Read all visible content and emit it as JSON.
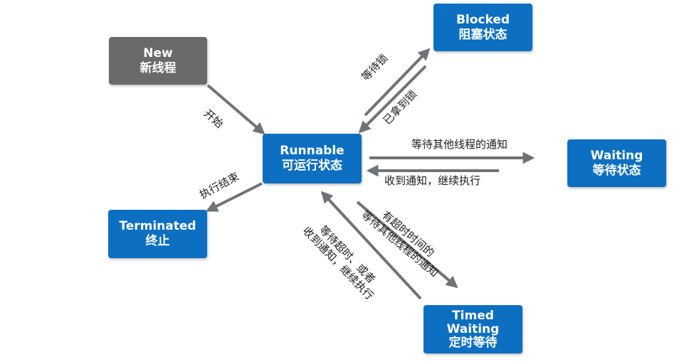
{
  "states": {
    "new": {
      "en": "New",
      "zh": "新线程"
    },
    "runnable": {
      "en": "Runnable",
      "zh": "可运行状态"
    },
    "blocked": {
      "en": "Blocked",
      "zh": "阻塞状态"
    },
    "waiting": {
      "en": "Waiting",
      "zh": "等待状态"
    },
    "timed_waiting": {
      "en1": "Timed",
      "en2": "Waiting",
      "zh": "定时等待"
    },
    "terminated": {
      "en": "Terminated",
      "zh": "终止"
    }
  },
  "transitions": {
    "start": "开始",
    "finish": "执行结束",
    "wait_lock": "等待锁",
    "got_lock": "已拿到锁",
    "wait_notify": "等待其他线程的通知",
    "notified": "收到通知，继续执行",
    "timed_wait_1": "有超时时间的",
    "timed_wait_2": "等待其他线程的通知",
    "timeout_1": "等待超时、或者",
    "timeout_2": "收到通知，继续执行"
  },
  "colors": {
    "state_blue": "#0d6fc1",
    "state_gray": "#6a6a6a",
    "arrow": "#6f7276"
  }
}
